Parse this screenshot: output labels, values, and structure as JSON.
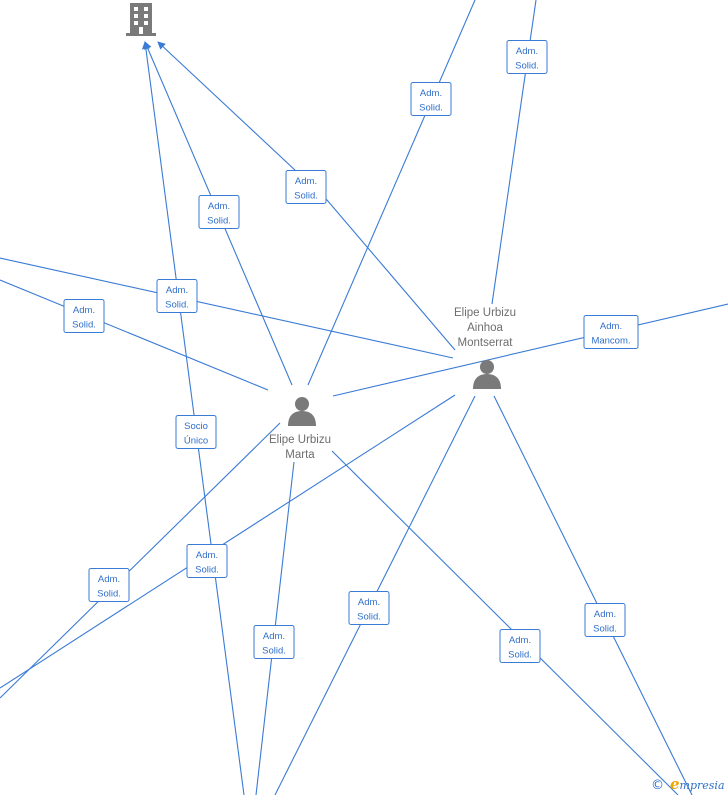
{
  "company": {
    "icon": "building-icon"
  },
  "persons": [
    {
      "id": "marta",
      "icon": "person-icon",
      "name_lines": [
        "Elipe Urbizu",
        "Marta"
      ]
    },
    {
      "id": "ainhoa",
      "icon": "person-icon",
      "name_lines": [
        "Elipe Urbizu",
        "Ainhoa",
        "Montserrat"
      ]
    }
  ],
  "edge_labels": [
    {
      "lines": [
        "Adm.",
        "Solid."
      ]
    },
    {
      "lines": [
        "Adm.",
        "Solid."
      ]
    },
    {
      "lines": [
        "Adm.",
        "Solid."
      ]
    },
    {
      "lines": [
        "Adm.",
        "Solid."
      ]
    },
    {
      "lines": [
        "Adm.",
        "Solid."
      ]
    },
    {
      "lines": [
        "Adm.",
        "Solid."
      ]
    },
    {
      "lines": [
        "Adm.",
        "Mancom."
      ]
    },
    {
      "lines": [
        "Socio",
        "Único"
      ]
    },
    {
      "lines": [
        "Adm.",
        "Solid."
      ]
    },
    {
      "lines": [
        "Adm.",
        "Solid."
      ]
    },
    {
      "lines": [
        "Adm.",
        "Solid."
      ]
    },
    {
      "lines": [
        "Adm.",
        "Solid."
      ]
    },
    {
      "lines": [
        "Adm.",
        "Solid."
      ]
    },
    {
      "lines": [
        "Adm.",
        "Solid."
      ]
    }
  ],
  "watermark": {
    "symbol": "©",
    "brand_first": "e",
    "brand_rest": "mpresia"
  },
  "colors": {
    "edge": "#3a7bd5",
    "label_text": "#2f6fc9",
    "node_icon": "#7a7a7a",
    "node_text": "#6e6e6e",
    "brand_e": "#f0a500"
  }
}
